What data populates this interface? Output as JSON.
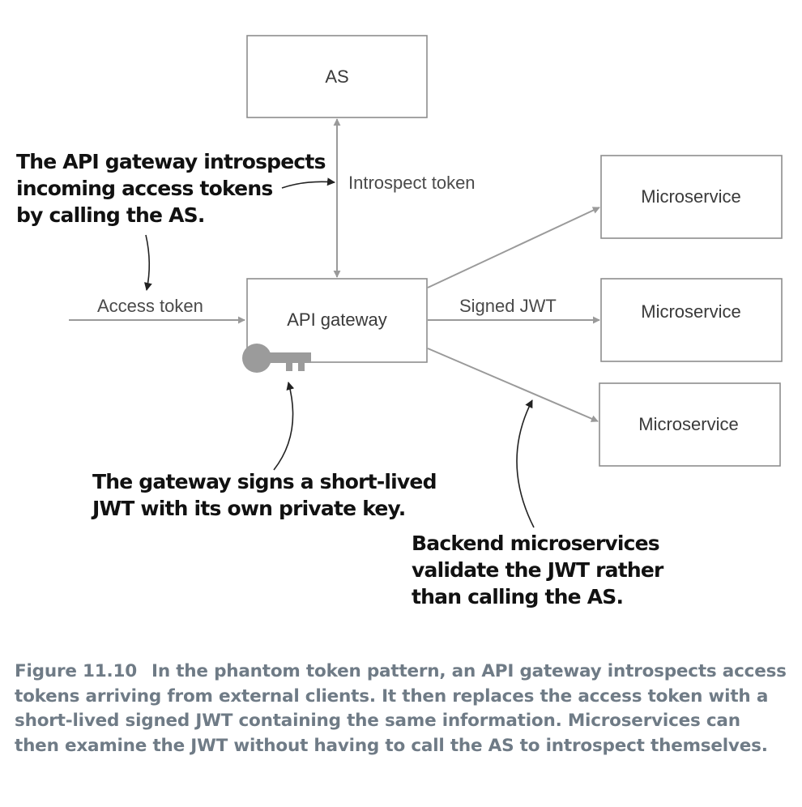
{
  "nodes": {
    "as": "AS",
    "gateway": "API gateway",
    "ms1": "Microservice",
    "ms2": "Microservice",
    "ms3": "Microservice"
  },
  "edges": {
    "introspect": "Introspect token",
    "access": "Access token",
    "signed": "Signed JWT"
  },
  "annotations": {
    "introspect": [
      "The API gateway introspects",
      "incoming access tokens",
      "by calling the AS."
    ],
    "sign": [
      "The gateway signs a short-lived",
      "JWT with its own private key."
    ],
    "validate": [
      "Backend microservices",
      "validate the JWT rather",
      "than calling the AS."
    ]
  },
  "caption": {
    "figure": "Figure 11.10",
    "text": "In the phantom token pattern, an API gateway introspects access tokens arriving from external clients. It then replaces the access token with a short-lived signed JWT containing the same information. Microservices can then examine the JWT without having to call the AS to introspect themselves."
  },
  "icons": {
    "private_key": "key-icon"
  },
  "colors": {
    "key": "#9b9b9b",
    "edge": "#9a9a9a"
  }
}
